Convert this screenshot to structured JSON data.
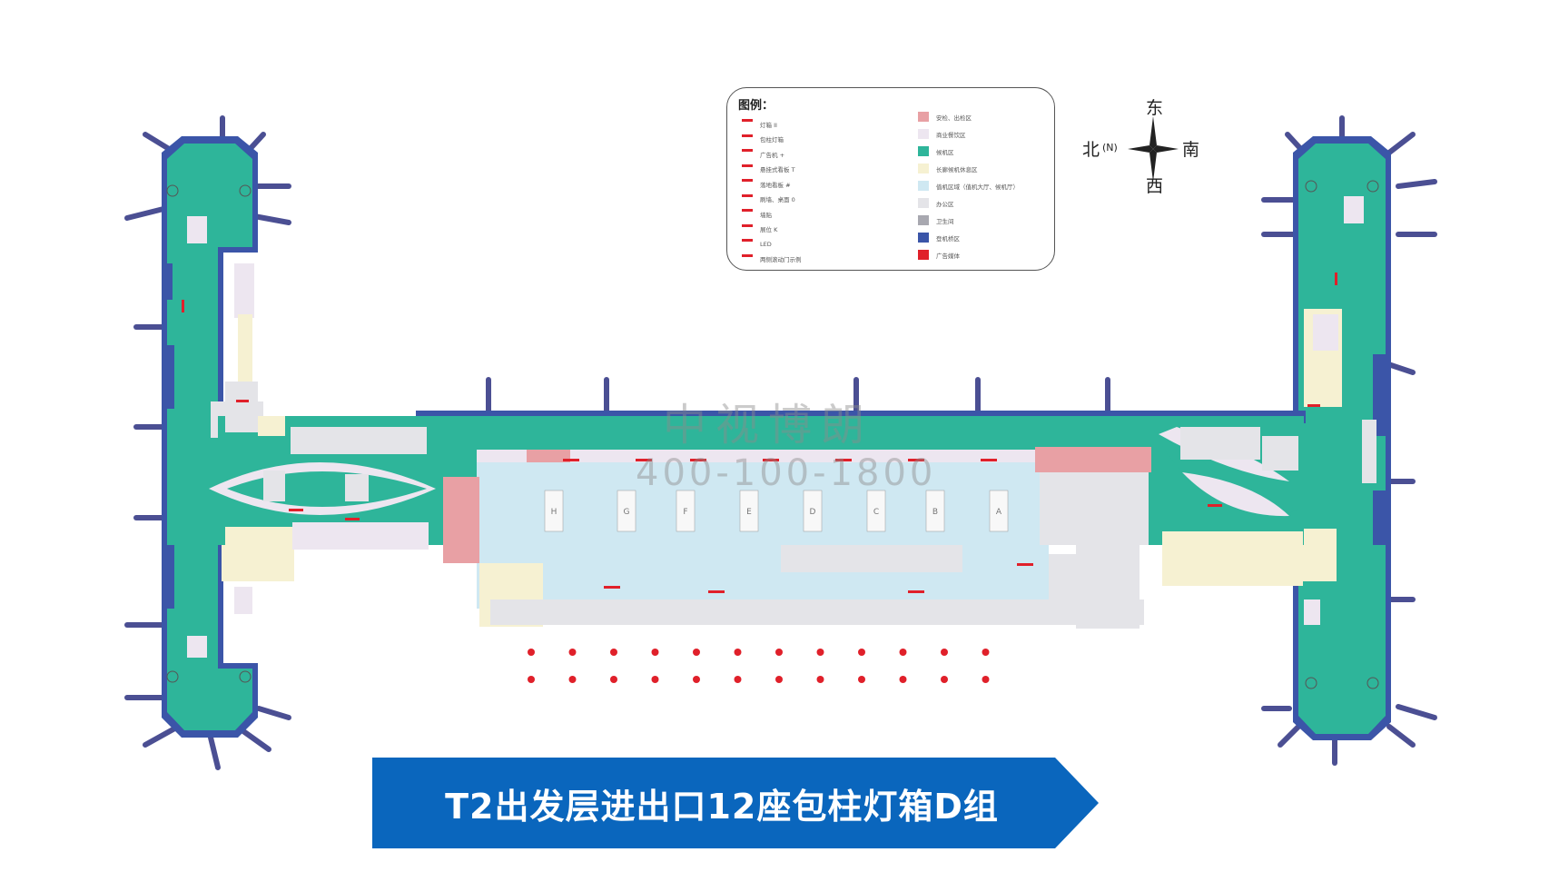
{
  "legend": {
    "title": "图例：",
    "symbols": [
      {
        "label": "灯箱 II",
        "icon": "light-box-icon",
        "color": "#e0202a"
      },
      {
        "label": "包柱灯箱",
        "icon": "column-light-box-icon",
        "color": "#e0202a"
      },
      {
        "label": "广告机 +",
        "icon": "ad-screen-icon",
        "color": "#e0202a"
      },
      {
        "label": "悬挂式看板 T",
        "icon": "hanging-board-icon",
        "color": "#e0202a"
      },
      {
        "label": "落地看板 #",
        "icon": "floor-board-icon",
        "color": "#e0202a"
      },
      {
        "label": "刷墙、桌面 0",
        "icon": "wall-desk-icon",
        "color": "#e0202a"
      },
      {
        "label": "墙贴",
        "icon": "wall-sticker-icon",
        "color": "#e0202a"
      },
      {
        "label": "展位 K",
        "icon": "booth-icon",
        "color": "#e0202a"
      },
      {
        "label": "LED",
        "icon": "led-icon",
        "color": "#e0202a"
      },
      {
        "label": "两侧滚动门示例",
        "icon": "scroll-door-icon",
        "color": "#e0202a"
      }
    ],
    "areas": [
      {
        "label": "安检、出检区",
        "color": "#e8a0a4"
      },
      {
        "label": "商业餐饮区",
        "color": "#ede6f0"
      },
      {
        "label": "候机区",
        "color": "#2eb59a"
      },
      {
        "label": "长廊候机休息区",
        "color": "#f6f1d2"
      },
      {
        "label": "值机区域（值机大厅、候机厅）",
        "color": "#cfe8f2"
      },
      {
        "label": "办公区",
        "color": "#e4e4e8"
      },
      {
        "label": "卫生间",
        "color": "#a8a8b0"
      },
      {
        "label": "登机桥区",
        "color": "#3b55a8"
      },
      {
        "label": "广告媒体",
        "color": "#e0202a"
      }
    ]
  },
  "compass": {
    "east": "东",
    "west": "西",
    "south": "南",
    "north": "北",
    "north_abbr": "(N)"
  },
  "watermark": {
    "company": "中视博朗",
    "phone": "400-100-1800"
  },
  "counters": [
    "H",
    "G",
    "F",
    "E",
    "D",
    "C",
    "B",
    "A"
  ],
  "banner": {
    "title": "T2出发层进出口12座包柱灯箱D组",
    "color": "#0a66bd"
  },
  "colors": {
    "gate_area": "#2eb59a",
    "boarding_bridge": "#3b55a8",
    "checkin_hall": "#cfe8f2",
    "security": "#e8a0a4",
    "commercial": "#ede6f0",
    "corridor_rest": "#f6f1d2",
    "office": "#e4e4e8",
    "toilet": "#a8a8b0",
    "ad_media": "#e0202a"
  }
}
